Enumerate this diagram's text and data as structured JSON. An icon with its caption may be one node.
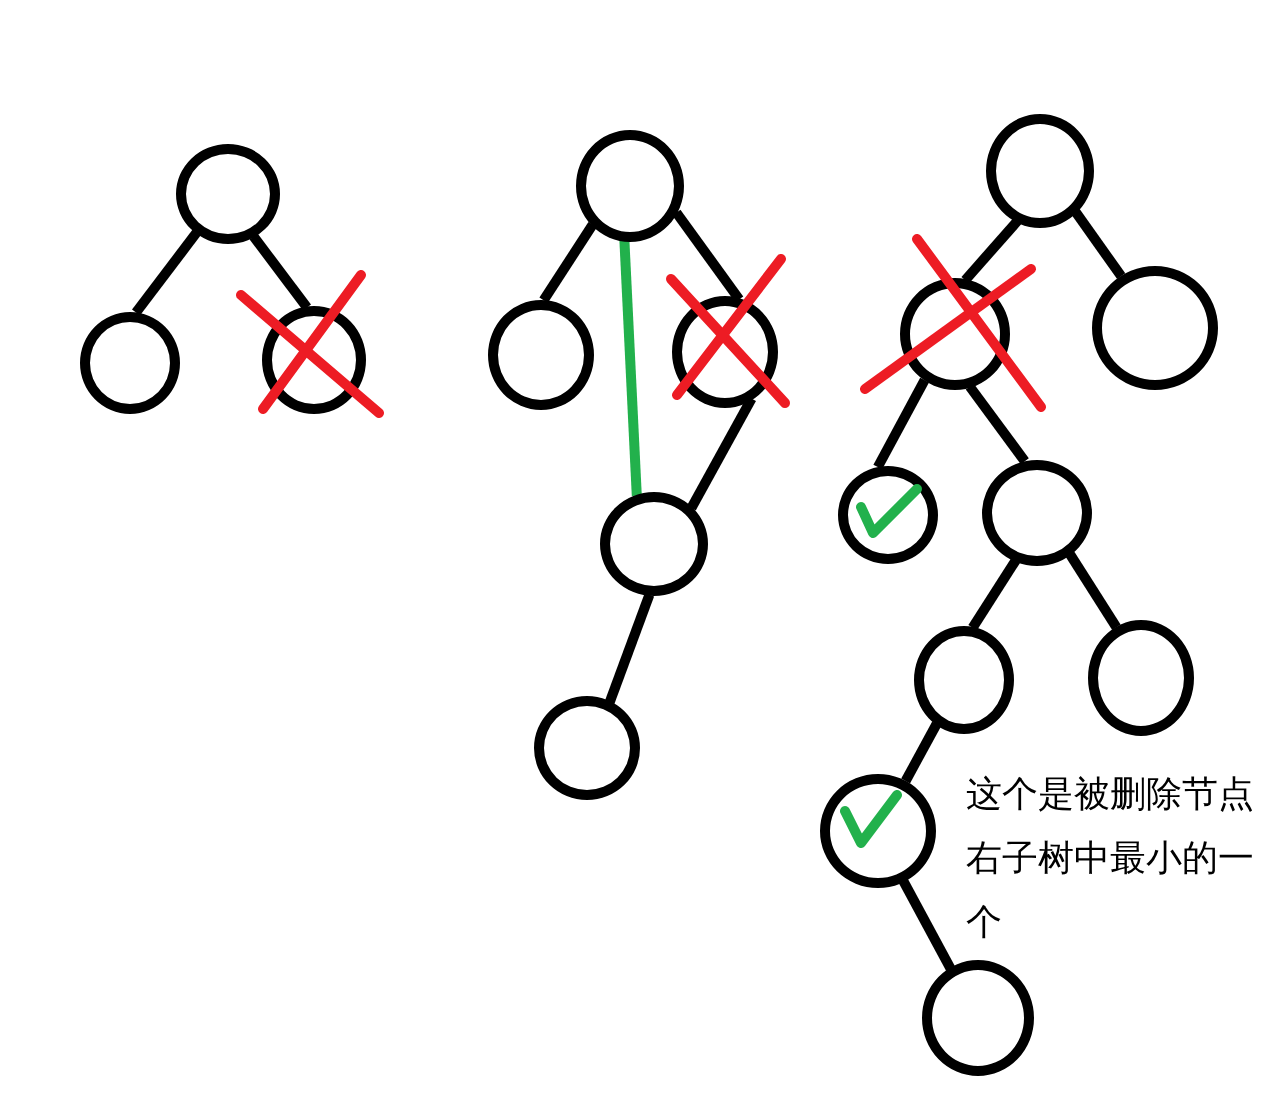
{
  "diagram": {
    "nodes": [
      {
        "text": [],
        "shape": "circle"
      },
      {
        "text": [],
        "shape": "circle"
      },
      {
        "text": [],
        "shape": "circle"
      },
      {
        "text": [],
        "shape": "circle"
      },
      {
        "text": [],
        "shape": "circle"
      },
      {
        "text": [],
        "shape": "circle"
      },
      {
        "text": [],
        "shape": "circle"
      },
      {
        "text": [],
        "shape": "circle"
      },
      {
        "text": [],
        "shape": "circle"
      },
      {
        "text": [],
        "shape": "circle"
      },
      {
        "text": [],
        "shape": "circle"
      },
      {
        "text": [],
        "shape": "circle"
      },
      {
        "text": [],
        "shape": "circle"
      },
      {
        "text": [],
        "shape": "circle"
      },
      {
        "text": [],
        "shape": "circle"
      },
      {
        "text": [],
        "shape": "circle",
        "beside": [
          "这个是被删除节点右子树中最小的一个"
        ]
      },
      {
        "text": [],
        "shape": "circle"
      }
    ],
    "edges": [
      {
        "from": 0,
        "to": 1,
        "arrow": "none"
      },
      {
        "from": 0,
        "to": 2,
        "arrow": "none"
      },
      {
        "from": 3,
        "to": 4,
        "arrow": "none"
      },
      {
        "from": 3,
        "to": 5,
        "arrow": "none"
      },
      {
        "from": 3,
        "to": 6,
        "arrow": "none",
        "color": "#22b14c"
      },
      {
        "from": 5,
        "to": 6,
        "arrow": "none"
      },
      {
        "from": 6,
        "to": 7,
        "arrow": "none"
      },
      {
        "from": 8,
        "to": 9,
        "arrow": "none"
      },
      {
        "from": 8,
        "to": 10,
        "arrow": "none"
      },
      {
        "from": 9,
        "to": 11,
        "arrow": "none"
      },
      {
        "from": 9,
        "to": 12,
        "arrow": "none"
      },
      {
        "from": 12,
        "to": 13,
        "arrow": "none"
      },
      {
        "from": 12,
        "to": 14,
        "arrow": "none"
      },
      {
        "from": 13,
        "to": 15,
        "arrow": "none"
      },
      {
        "from": 15,
        "to": 16,
        "arrow": "none"
      }
    ]
  }
}
